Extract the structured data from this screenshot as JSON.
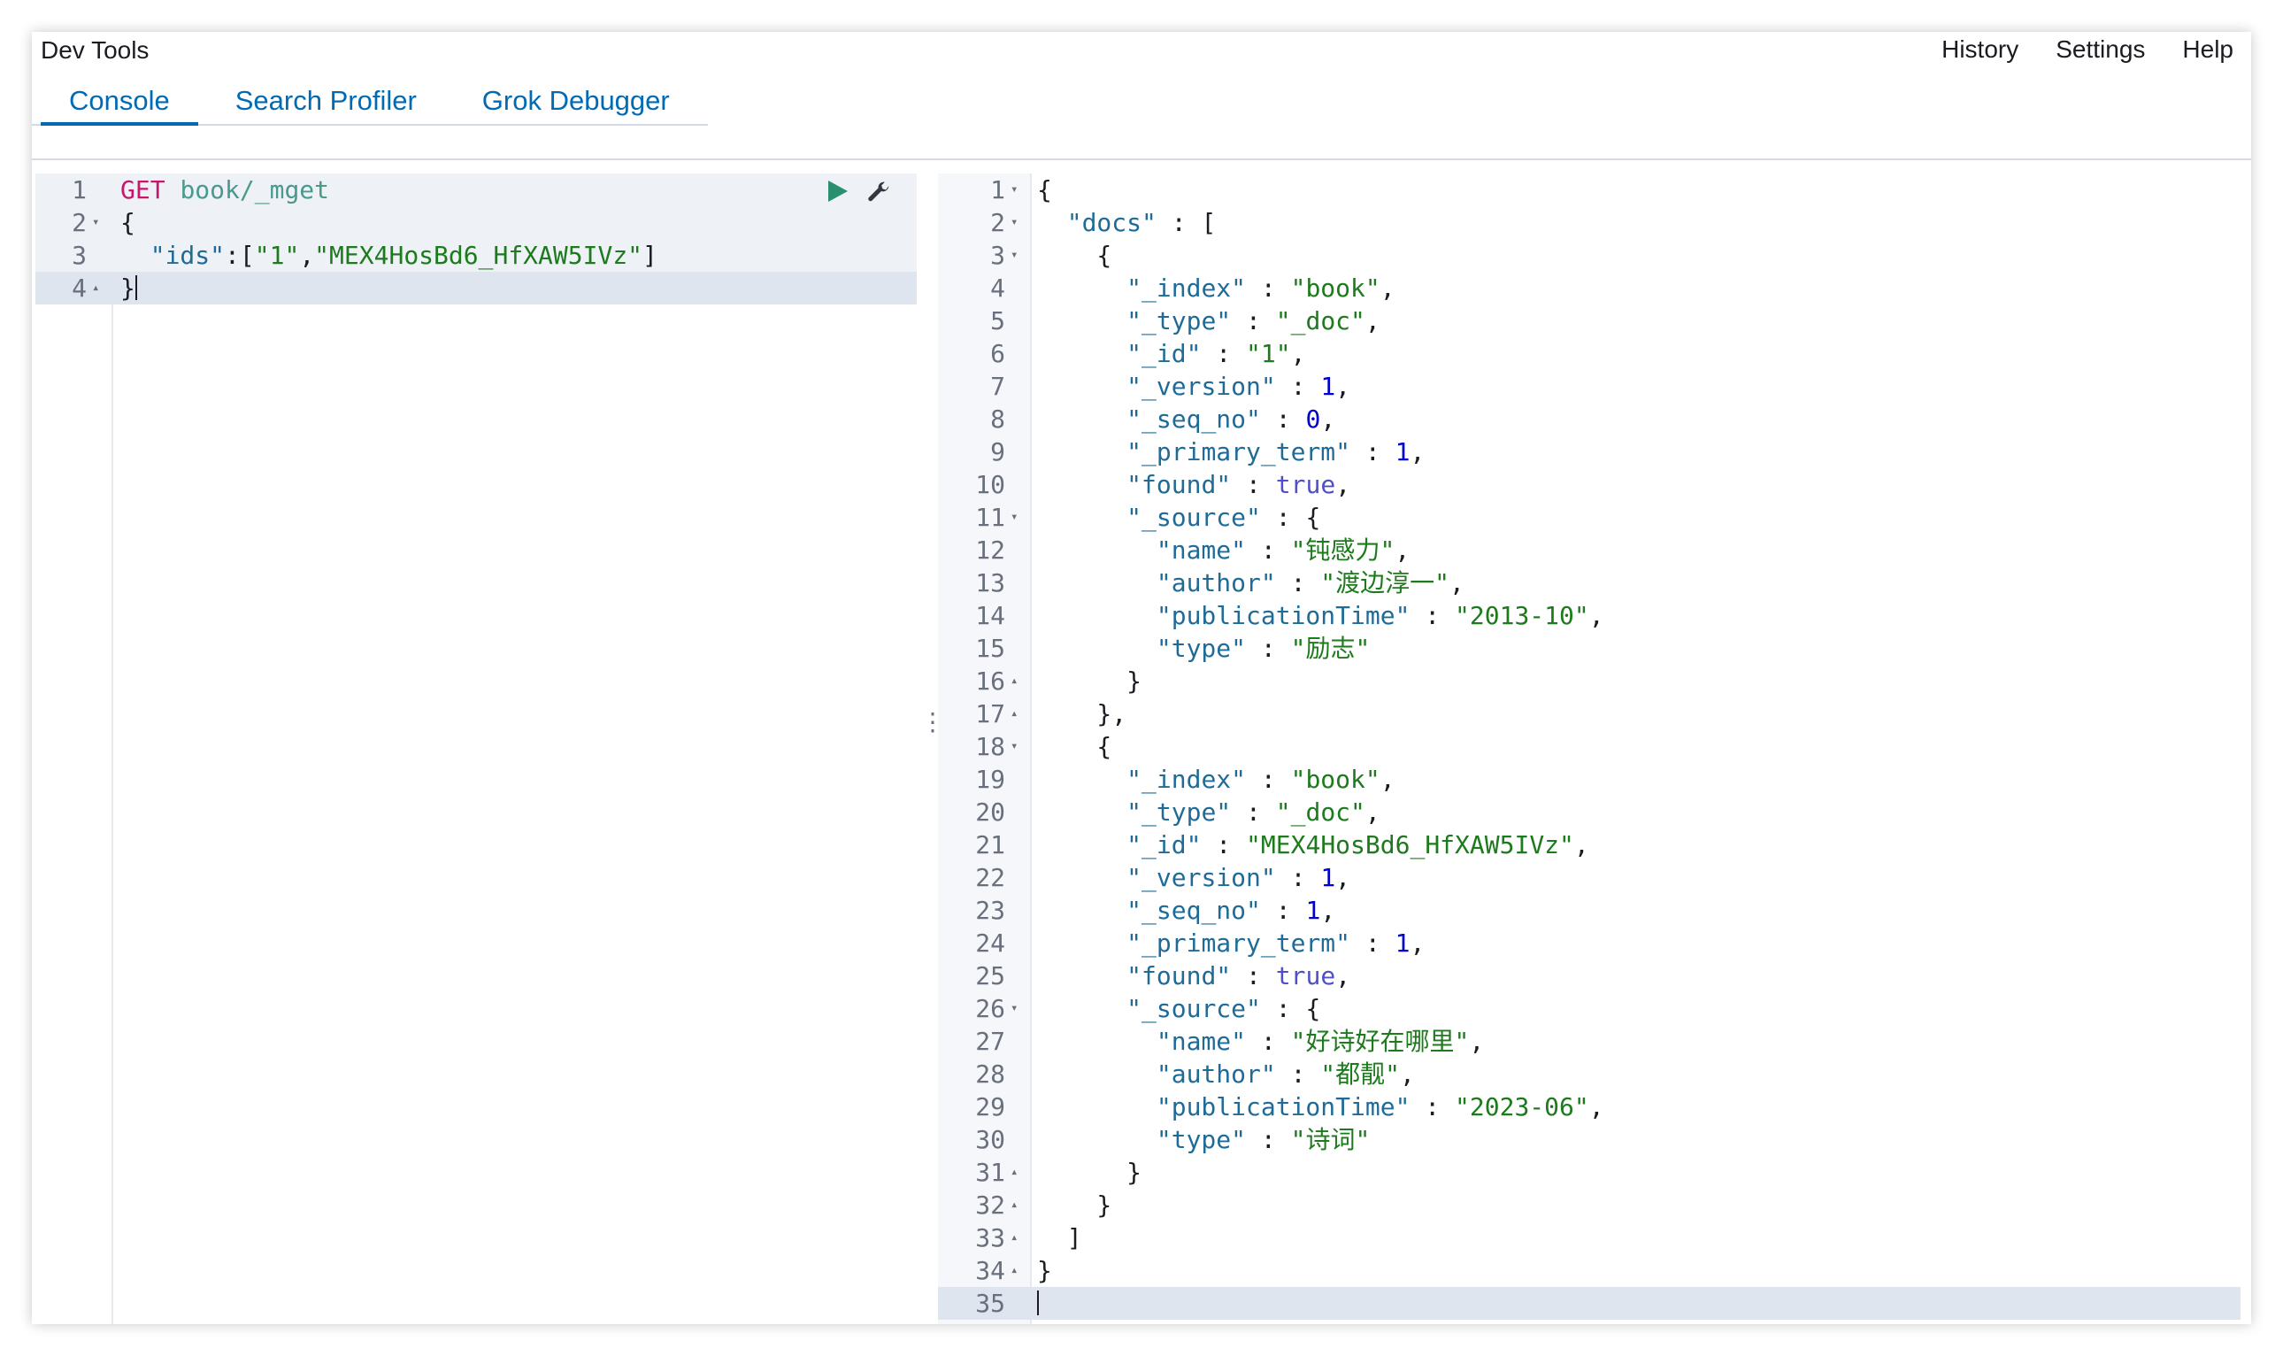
{
  "app": {
    "title": "Dev Tools"
  },
  "topnav": {
    "history": "History",
    "settings": "Settings",
    "help": "Help"
  },
  "tabs": {
    "console": "Console",
    "search_profiler": "Search Profiler",
    "grok_debugger": "Grok Debugger"
  },
  "request": {
    "method": "GET",
    "path": "book/_mget",
    "lines": [
      {
        "n": "1",
        "code": ""
      },
      {
        "n": "2",
        "code": "{"
      },
      {
        "n": "3",
        "code": "  \"ids\":[\"1\",\"MEX4HosBd6_HfXAW5IVz\"]"
      },
      {
        "n": "4",
        "code": "}"
      }
    ]
  },
  "response": {
    "lines": [
      "{",
      "  \"docs\" : [",
      "    {",
      "      \"_index\" : \"book\",",
      "      \"_type\" : \"_doc\",",
      "      \"_id\" : \"1\",",
      "      \"_version\" : 1,",
      "      \"_seq_no\" : 0,",
      "      \"_primary_term\" : 1,",
      "      \"found\" : true,",
      "      \"_source\" : {",
      "        \"name\" : \"钝感力\",",
      "        \"author\" : \"渡边淳一\",",
      "        \"publicationTime\" : \"2013-10\",",
      "        \"type\" : \"励志\"",
      "      }",
      "    },",
      "    {",
      "      \"_index\" : \"book\",",
      "      \"_type\" : \"_doc\",",
      "      \"_id\" : \"MEX4HosBd6_HfXAW5IVz\",",
      "      \"_version\" : 1,",
      "      \"_seq_no\" : 1,",
      "      \"_primary_term\" : 1,",
      "      \"found\" : true,",
      "      \"_source\" : {",
      "        \"name\" : \"好诗好在哪里\",",
      "        \"author\" : \"都靓\",",
      "        \"publicationTime\" : \"2023-06\",",
      "        \"type\" : \"诗词\"",
      "      }",
      "    }",
      "  ]",
      "}",
      ""
    ]
  },
  "colors": {
    "accent": "#006bb4",
    "keyword": "#c5176d",
    "string": "#1d7a1d",
    "number": "#0000cd"
  }
}
